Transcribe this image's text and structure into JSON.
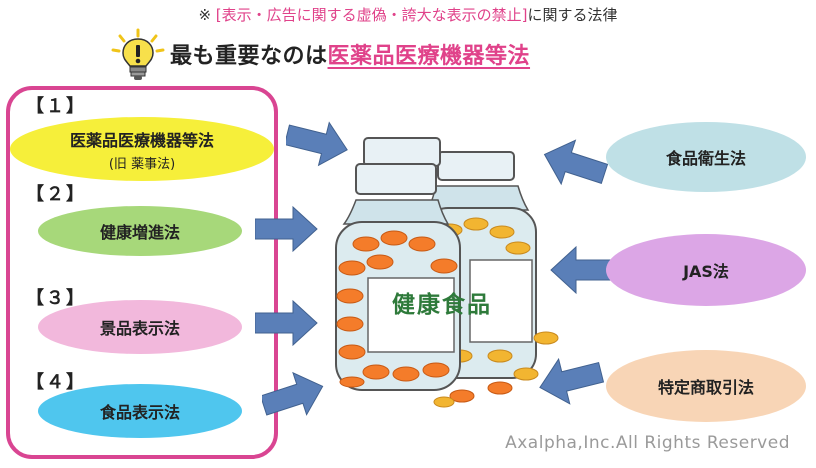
{
  "header": {
    "note_prefix": "※ ",
    "note_highlight": "[表示・広告に関する虚偽・誇大な表示の禁止]",
    "note_suffix": "に関する法律",
    "headline_prefix": "最も重要なのは",
    "headline_highlight": "医薬品医療機器等法"
  },
  "left_laws": [
    {
      "number": "【１】",
      "label": "医薬品医療機器等法",
      "sublabel": "(旧 薬事法)",
      "color": "#f6ef3a"
    },
    {
      "number": "【２】",
      "label": "健康増進法",
      "color": "#a7d87a"
    },
    {
      "number": "【３】",
      "label": "景品表示法",
      "color": "#f2b8dc"
    },
    {
      "number": "【４】",
      "label": "食品表示法",
      "color": "#4fc6ee"
    }
  ],
  "right_laws": [
    {
      "label": "食品衛生法",
      "color": "#bfe0e6"
    },
    {
      "label": "JAS法",
      "color": "#dca6e6"
    },
    {
      "label": "特定商取引法",
      "color": "#f8d5b6"
    }
  ],
  "center": {
    "label": "健康食品"
  },
  "colors": {
    "frame": "#d94592",
    "arrow": "#5a7fb8",
    "highlight": "#e0428a",
    "bottle_label_text": "#2e7a3a"
  },
  "footer": {
    "copyright": "Axalpha,Inc.All Rights Reserved"
  }
}
